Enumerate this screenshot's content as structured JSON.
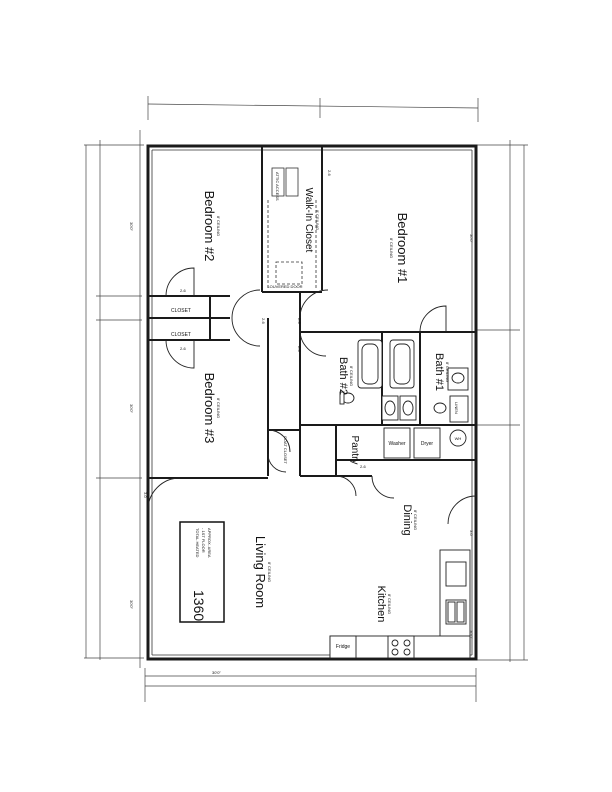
{
  "rooms": {
    "bedroom1": {
      "name": "Bedroom #1",
      "ceiling": "8' CEILING"
    },
    "bedroom2": {
      "name": "Bedroom #2",
      "ceiling": "8' CEILING"
    },
    "bedroom3": {
      "name": "Bedroom #3",
      "ceiling": "8' CEILING"
    },
    "walkin": {
      "name": "Walk-In Closet",
      "ceiling": "8' CEILING"
    },
    "bath1": {
      "name": "Bath #1",
      "ceiling": "8' CEILING"
    },
    "bath2": {
      "name": "Bath #2",
      "ceiling": "8' CEILING"
    },
    "living": {
      "name": "Living Room",
      "ceiling": "8' CEILING"
    },
    "dining": {
      "name": "Dining",
      "ceiling": "8' CEILING"
    },
    "kitchen": {
      "name": "Kitchen",
      "ceiling": "8' CEILING"
    },
    "pantry": {
      "name": "Pantry"
    }
  },
  "labels": {
    "closet_top": "CLOSET",
    "closet_bottom": "CLOSET",
    "coat_closet": "COAT CLOSET",
    "linen": "LINEN",
    "washer": "Washer",
    "dryer": "Dryer",
    "water_heater": "WH",
    "fridge": "Fridge",
    "attic": "ATTIC ACCESS",
    "louvered_door": "LOUVERED DOOR"
  },
  "area_box": {
    "title": "APPROX. AREA",
    "floor": "- 1ST FLOOR",
    "total": "TOTAL HEATED",
    "value": "1360"
  },
  "door_sizes": {
    "d1": "2-6",
    "d2": "2-6",
    "d3": "2-6",
    "d4": "2-6",
    "d5": "2-6",
    "d6": "2-6",
    "d7": "2-6",
    "d8": "3-0",
    "d9": "3-0"
  }
}
